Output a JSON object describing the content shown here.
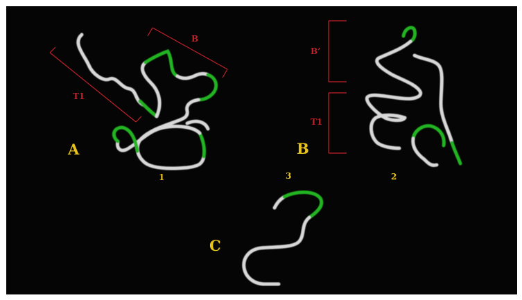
{
  "panels": [
    {
      "letter": "A",
      "number": "1"
    },
    {
      "letter": "B",
      "number": "2"
    },
    {
      "letter": "C",
      "number": "3"
    }
  ],
  "regions": {
    "a_t1": "T1",
    "a_b": "B",
    "b_bprime": "B’",
    "b_t1": "T1"
  },
  "colors": {
    "background": "#050505",
    "backbone": "#d8d8d8",
    "highlight": "#22b422",
    "region_bracket": "#c0202a",
    "panel_label": "#e8c21a"
  }
}
